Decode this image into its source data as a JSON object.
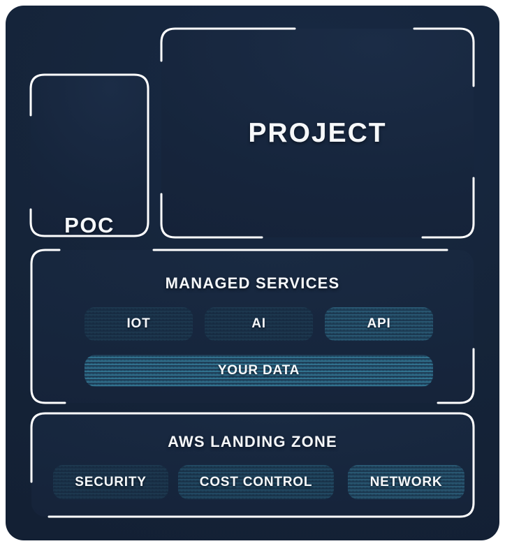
{
  "diagram": {
    "top": {
      "poc_label": "POC",
      "project_label": "PROJECT"
    },
    "managed_services": {
      "title": "MANAGED SERVICES",
      "buttons": [
        "IOT",
        "AI",
        "API"
      ],
      "data_button": "YOUR DATA"
    },
    "landing_zone": {
      "title": "AWS LANDING ZONE",
      "buttons": [
        "SECURITY",
        "COST CONTROL",
        "NETWORK"
      ]
    },
    "colors": {
      "page_background": "#ffffff",
      "canvas_navy": "#152439",
      "frame_stroke": "#ffffff",
      "chip_dark": "#1e3a51",
      "chip_teal": "#2d617c",
      "data_gradient_top": "#1b3048",
      "data_gradient_bottom": "#3a85a2",
      "text": "#f6f8fa"
    }
  }
}
